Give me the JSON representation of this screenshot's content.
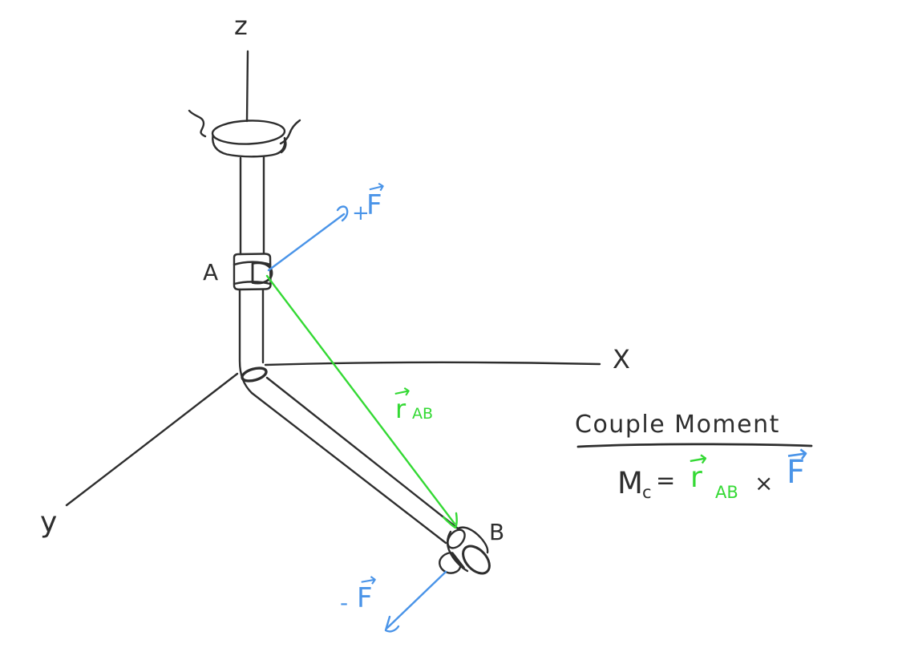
{
  "colors": {
    "ink": "#2e2e2e",
    "force_blue": "#4a94e8",
    "position_green": "#34d934",
    "background": "#ffffff"
  },
  "icons": {
    "vector_arrow": "→"
  },
  "diagram": {
    "axes": {
      "z": "z",
      "x": "X",
      "y": "y"
    },
    "points": {
      "a": "A",
      "b": "B"
    },
    "force_positive_sign": "+",
    "force_negative_sign": "-",
    "force_symbol": "F",
    "position_symbol": "r",
    "position_subscript": "AB"
  },
  "annotation": {
    "title": "Couple Moment",
    "formula": {
      "moment_symbol": "M",
      "moment_subscript": "c",
      "equals": "=",
      "r_symbol": "r",
      "r_subscript": "AB",
      "cross": "×",
      "force_symbol": "F"
    }
  }
}
